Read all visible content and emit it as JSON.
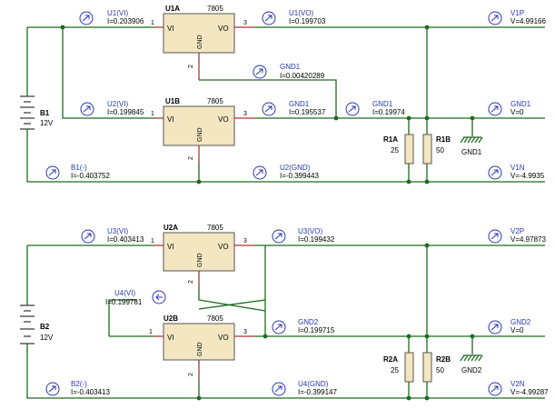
{
  "circuit1": {
    "u1a": {
      "name": "U1A",
      "part": "7805",
      "vi": "VI",
      "vo": "VO",
      "gnd": "GND",
      "p1": "1",
      "p3": "3",
      "p2": "2"
    },
    "u1b": {
      "name": "U1B",
      "part": "7805",
      "vi": "VI",
      "vo": "VO",
      "gnd": "GND",
      "p1": "1",
      "p3": "3",
      "p2": "2"
    },
    "b1": {
      "name": "B1",
      "value": "12V"
    },
    "r1a": {
      "name": "R1A",
      "value": "25"
    },
    "r1b": {
      "name": "R1B",
      "value": "50"
    },
    "gnd_symbol": "GND1",
    "probes": {
      "u1vi": {
        "name": "U1(VI)",
        "reading": "I=0.203906"
      },
      "u1vo": {
        "name": "U1(VO)",
        "reading": "I=0.199703"
      },
      "gnd1a": {
        "name": "GND1",
        "reading": "I=0.00420289"
      },
      "u2vi": {
        "name": "U2(VI)",
        "reading": "I=0.199845"
      },
      "gnd1b": {
        "name": "GND1",
        "reading": "I=0.195537"
      },
      "gnd1c": {
        "name": "GND1",
        "reading": "I=0.19974"
      },
      "b1neg": {
        "name": "B1(-)",
        "reading": "I=-0.403752"
      },
      "u2gnd": {
        "name": "U2(GND)",
        "reading": "I=-0.399443"
      },
      "v1p": {
        "name": "V1P",
        "reading": "V=4.99166"
      },
      "vgnd1": {
        "name": "GND1",
        "reading": "V=0"
      },
      "v1n": {
        "name": "V1N",
        "reading": "V=-4.9935"
      }
    }
  },
  "circuit2": {
    "u2a": {
      "name": "U2A",
      "part": "7805",
      "vi": "VI",
      "vo": "VO",
      "gnd": "GND",
      "p1": "1",
      "p3": "3",
      "p2": "2"
    },
    "u2b": {
      "name": "U2B",
      "part": "7805",
      "vi": "VI",
      "vo": "VO",
      "gnd": "GND",
      "p1": "1",
      "p3": "3",
      "p2": "2"
    },
    "b2": {
      "name": "B2",
      "value": "12V"
    },
    "r2a": {
      "name": "R2A",
      "value": "25"
    },
    "r2b": {
      "name": "R2B",
      "value": "50"
    },
    "gnd_symbol": "GND2",
    "probes": {
      "u3vi": {
        "name": "U3(VI)",
        "reading": "I=0.403413"
      },
      "u3vo": {
        "name": "U3(VO)",
        "reading": "I=0.199432"
      },
      "u4vi": {
        "name": "U4(VI)",
        "reading": "I=0.199781"
      },
      "gnd2": {
        "name": "GND2",
        "reading": "I=0.199715"
      },
      "b2neg": {
        "name": "B2(-)",
        "reading": "I=-0.403413"
      },
      "u4gnd": {
        "name": "U4(GND)",
        "reading": "I=-0.399147"
      },
      "v2p": {
        "name": "V2P",
        "reading": "V=4.97873"
      },
      "vgnd2": {
        "name": "GND2",
        "reading": "V=0"
      },
      "v2n": {
        "name": "V2N",
        "reading": "V=-4.99287"
      }
    }
  },
  "colors": {
    "wire": "#1e6a1e",
    "pin": "#b03030",
    "probe": "#2a36b1",
    "body": "#f3e6c0"
  }
}
